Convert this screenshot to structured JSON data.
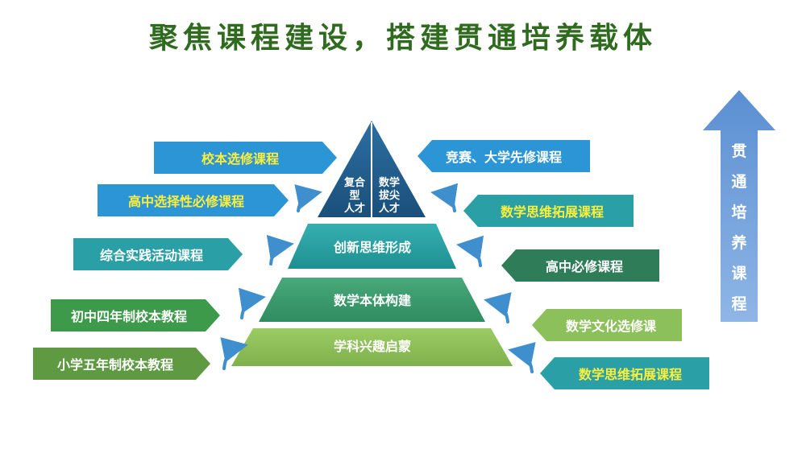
{
  "title": "聚焦课程建设，搭建贯通培养载体",
  "pyramid": {
    "apex_left": [
      "复合",
      "型",
      "人才"
    ],
    "apex_right": [
      "数学",
      "拔尖",
      "人才"
    ],
    "levels": [
      "创新思维形成",
      "数学本体构建",
      "学科兴趣启蒙"
    ]
  },
  "left_callouts": [
    "校本选修课程",
    "高中选择性必修课程",
    "综合实践活动课程",
    "初中四年制校本教程",
    "小学五年制校本教程"
  ],
  "right_callouts": [
    "竞赛、大学先修课程",
    "数学思维拓展课程",
    "高中必修课程",
    "数学文化选修课",
    "数学思维拓展课程"
  ],
  "side_arrow": [
    "贯",
    "通",
    "培",
    "养",
    "课",
    "程"
  ],
  "colors": {
    "title": "#2f6b1f",
    "apex": "#1f5e8c",
    "level_creative": "#2aa3a3",
    "level_math": "#3e9e73",
    "level_interest": "#8cc05a",
    "callout_blue": "#2b95d6",
    "callout_green": "#3c9a4a",
    "callout_yellow_text": "#ffef3a",
    "side_arrow": "#6f9fd8"
  }
}
